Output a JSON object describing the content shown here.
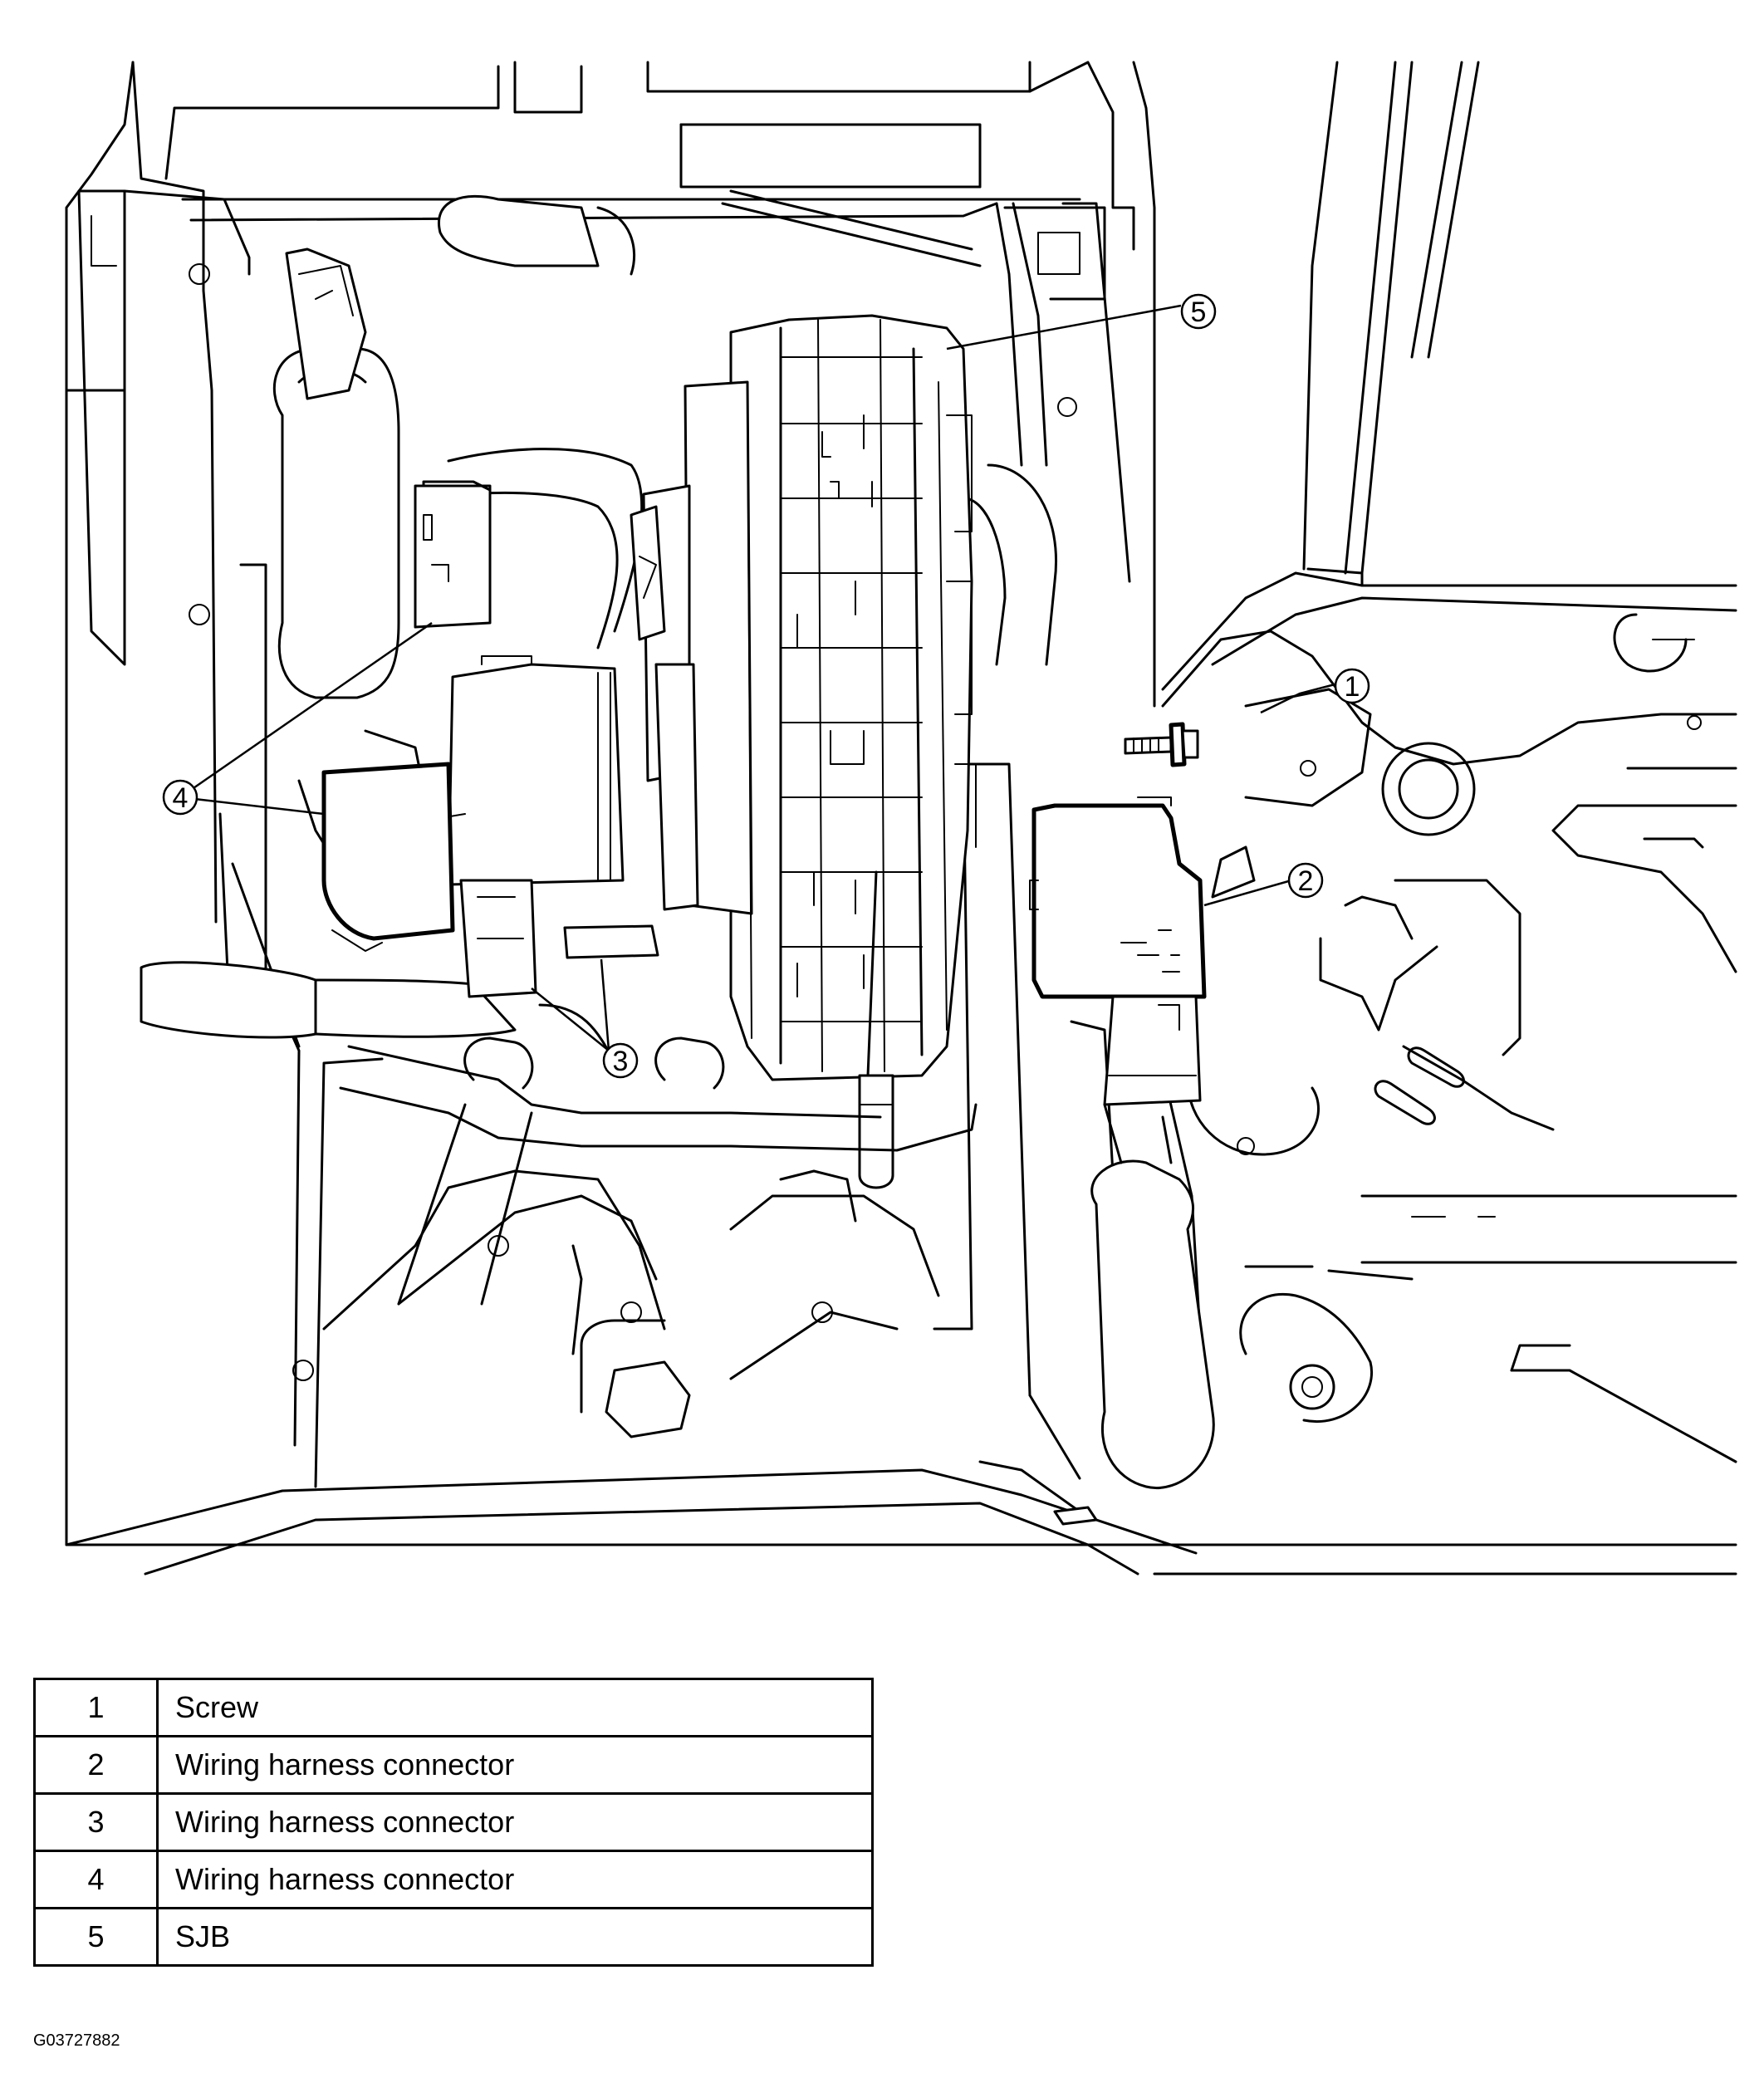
{
  "callouts": [
    {
      "number": "1",
      "target": "screw"
    },
    {
      "number": "2",
      "target": "wiring-harness-connector"
    },
    {
      "number": "3",
      "target": "wiring-harness-connector"
    },
    {
      "number": "4",
      "target": "wiring-harness-connector"
    },
    {
      "number": "5",
      "target": "sjb"
    }
  ],
  "legend": {
    "rows": [
      {
        "number": "1",
        "description": "Screw"
      },
      {
        "number": "2",
        "description": "Wiring harness connector"
      },
      {
        "number": "3",
        "description": "Wiring harness connector"
      },
      {
        "number": "4",
        "description": "Wiring harness connector"
      },
      {
        "number": "5",
        "description": "SJB"
      }
    ]
  },
  "figure_id": "G03727882"
}
